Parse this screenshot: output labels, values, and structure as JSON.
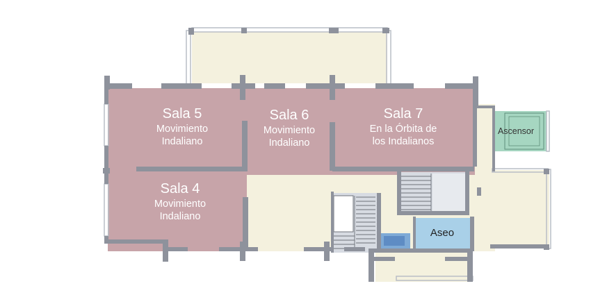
{
  "colors": {
    "exhibition": "#c7a4a9",
    "corridor": "#f4f1de",
    "wall": "#8e929c",
    "stairs": "#d7dbe2",
    "restroom": "#a9d0e8",
    "elevator": "#a6d6c1",
    "window": "#c7cbd2"
  },
  "rooms": {
    "sala5": {
      "name": "Sala 5",
      "line1": "Movimiento",
      "line2": "Indaliano"
    },
    "sala6": {
      "name": "Sala 6",
      "line1": "Movimiento",
      "line2": "Indaliano"
    },
    "sala7": {
      "name": "Sala 7",
      "line1": "En la Órbita de",
      "line2": "los Indalianos"
    },
    "sala4": {
      "name": "Sala 4",
      "line1": "Movimiento",
      "line2": "Indaliano"
    },
    "ascensor": {
      "name": "Ascensor"
    },
    "aseo": {
      "name": "Aseo"
    }
  }
}
